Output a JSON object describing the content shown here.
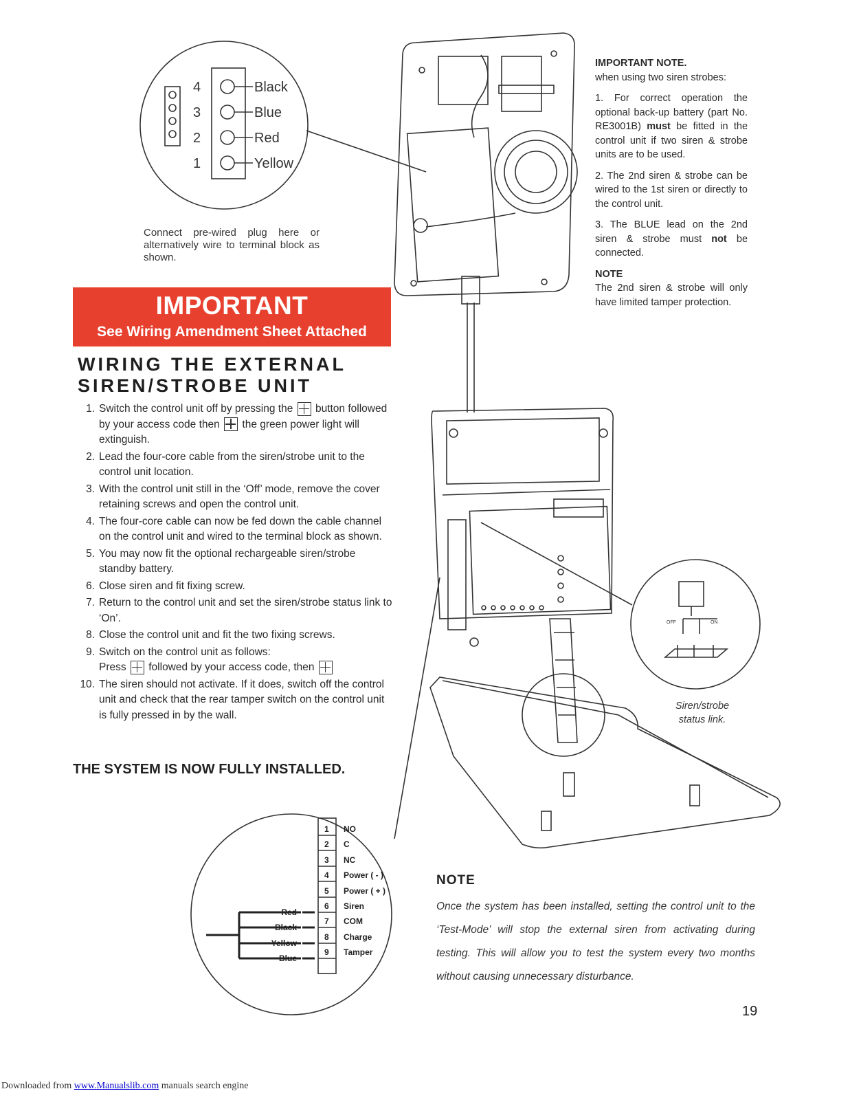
{
  "plug": {
    "rows": [
      {
        "num": "4",
        "color": "Black"
      },
      {
        "num": "3",
        "color": "Blue"
      },
      {
        "num": "2",
        "color": "Red"
      },
      {
        "num": "1",
        "color": "Yellow"
      }
    ],
    "caption": "Connect pre-wired plug here or alternatively wire to terminal block as shown."
  },
  "important": {
    "title": "IMPORTANT",
    "subtitle": "See Wiring Amendment Sheet Attached"
  },
  "section": {
    "heading_line1": "WIRING THE EXTERNAL",
    "heading_line2": "SIREN/STROBE UNIT"
  },
  "steps": [
    {
      "num": "1.",
      "a": "Switch the control unit off by pressing the",
      "b": "button followed by your access code then",
      "c": "the green power light will extinguish."
    },
    {
      "num": "2.",
      "text": "Lead the four-core cable from the siren/strobe unit to the control unit location."
    },
    {
      "num": "3.",
      "text": "With the control unit still in the ‘Off’ mode, remove the cover retaining screws and open the control unit."
    },
    {
      "num": "4.",
      "text": "The four-core cable can now be fed down the cable channel on the control unit and wired to the terminal block as shown."
    },
    {
      "num": "5.",
      "text": "You may now fit the optional rechargeable siren/strobe standby battery."
    },
    {
      "num": "6.",
      "text": "Close siren and fit fixing screw."
    },
    {
      "num": "7.",
      "text": "Return to the control unit and set the siren/strobe status link to ‘On’."
    },
    {
      "num": "8.",
      "text": "Close the control unit and fit the two fixing screws."
    },
    {
      "num": "9.",
      "a": "Switch on the control unit as follows:",
      "b": "Press",
      "c": "followed by your access code, then"
    },
    {
      "num": "10.",
      "text": "The siren should not activate. If it does, switch off the control unit and check that the rear tamper switch on the control unit is fully pressed in by the wall."
    }
  ],
  "installed": "THE SYSTEM IS NOW FULLY INSTALLED.",
  "right_note": {
    "title": "IMPORTANT NOTE.",
    "intro": "when using two siren strobes:",
    "p1_a": "1. For correct operation the optional back-up battery (part No. RE3001B)",
    "p1_bold": "must",
    "p1_b": "be fitted in the control unit if two siren & strobe units are to be used.",
    "p2": "2. The 2nd siren & strobe can be wired to the 1st siren or directly to the control unit.",
    "p3_a": "3. The BLUE lead on the 2nd siren & strobe must",
    "p3_bold": "not",
    "p3_b": "be connected.",
    "note_title": "NOTE",
    "note_text": "The 2nd siren & strobe will only have limited tamper protection."
  },
  "status_link": {
    "off": "OFF",
    "on": "ON",
    "caption": "Siren/strobe status link."
  },
  "terminal": {
    "rows": [
      {
        "num": "1",
        "label": "NO"
      },
      {
        "num": "2",
        "label": "C"
      },
      {
        "num": "3",
        "label": "NC"
      },
      {
        "num": "4",
        "label": "Power ( - )"
      },
      {
        "num": "5",
        "label": "Power ( + )"
      },
      {
        "num": "6",
        "label": "Siren"
      },
      {
        "num": "7",
        "label": "COM"
      },
      {
        "num": "8",
        "label": "Charge"
      },
      {
        "num": "9",
        "label": "Tamper"
      }
    ],
    "wires": [
      "Red",
      "Black",
      "Yellow",
      "Blue"
    ]
  },
  "bottom_note": {
    "title": "NOTE",
    "text": "Once the system has been installed, setting the control unit to the ‘Test-Mode’ will stop the external siren from activating during testing. This will allow you to test the system every two months without causing unnecessary disturbance."
  },
  "page_number": "19",
  "footer": {
    "prefix": "Downloaded from",
    "link": "www.Manualslib.com",
    "suffix": "manuals search engine"
  }
}
